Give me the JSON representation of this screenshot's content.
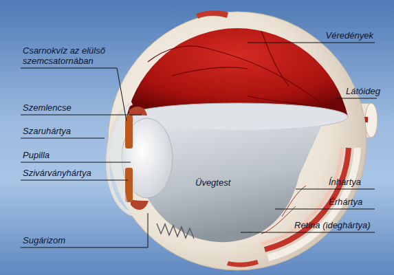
{
  "diagram": {
    "labels": [
      "Csarnokvíz az elülső szemcsatornában",
      "Szemlencse",
      "Szaruhártya",
      "Pupilla",
      "Szivárványhártya",
      "Sugárizom",
      "Üvegtest",
      "Véredények",
      "Látóideg",
      "Ínhártya",
      "Érhártya",
      "Retina (ideghártya)"
    ]
  }
}
